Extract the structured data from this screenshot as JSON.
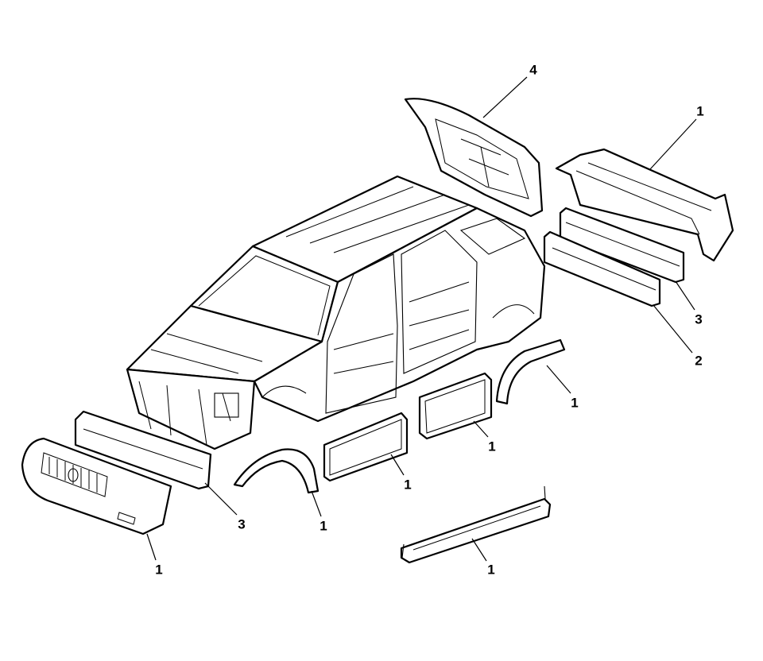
{
  "diagram": {
    "callouts": [
      {
        "id": "rear-liftgate",
        "label": "4"
      },
      {
        "id": "rear-bumper-fascia",
        "label": "1"
      },
      {
        "id": "rear-bumper-absorber",
        "label": "3"
      },
      {
        "id": "rear-bumper-reinforcement",
        "label": "2"
      },
      {
        "id": "rear-wheel-flare",
        "label": "1"
      },
      {
        "id": "rear-door-molding",
        "label": "1"
      },
      {
        "id": "front-door-molding",
        "label": "1"
      },
      {
        "id": "front-wheel-flare",
        "label": "1"
      },
      {
        "id": "rocker-molding",
        "label": "1"
      },
      {
        "id": "front-bumper-absorber",
        "label": "3"
      },
      {
        "id": "front-bumper-fascia",
        "label": "1"
      }
    ]
  }
}
